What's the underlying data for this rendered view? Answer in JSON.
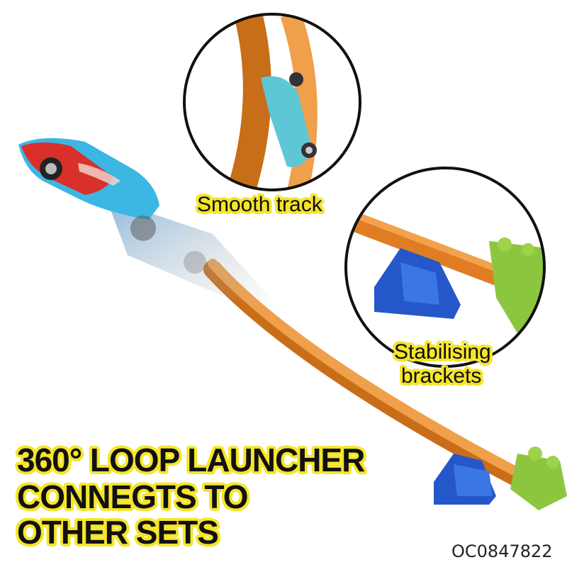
{
  "callouts": {
    "smooth_track": "Smooth track",
    "stabilising_line1": "Stabilising",
    "stabilising_line2": "brackets"
  },
  "headline": {
    "line1": "360°  LOOP LAUNCHER",
    "line2": "CONNEGTS TO",
    "line3": "OTHER SETS"
  },
  "product_code": "OC0847822",
  "colors": {
    "track_orange": "#e88a2a",
    "bracket_blue": "#2457c9",
    "connector_green": "#8cc63f",
    "car_blue": "#3cb6e3",
    "car_red": "#d9302b",
    "text_outline_yellow": "#f5e52a"
  }
}
